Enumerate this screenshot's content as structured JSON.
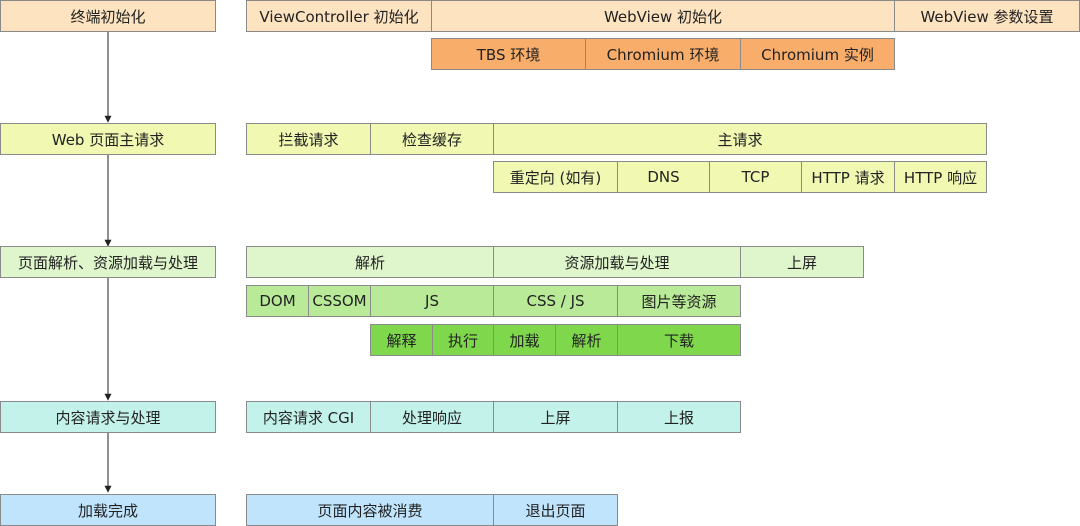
{
  "stages": {
    "init": "终端初始化",
    "request": "Web 页面主请求",
    "parse": "页面解析、资源加载与处理",
    "content": "内容请求与处理",
    "done": "加载完成"
  },
  "row1": {
    "vc_init": "ViewController 初始化",
    "webview_init": "WebView 初始化",
    "webview_params": "WebView 参数设置",
    "tbs_env": "TBS 环境",
    "chromium_env": "Chromium 环境",
    "chromium_instance": "Chromium 实例"
  },
  "row2": {
    "intercept": "拦截请求",
    "check_cache": "检查缓存",
    "main_request": "主请求",
    "redirect": "重定向 (如有)",
    "dns": "DNS",
    "tcp": "TCP",
    "http_request": "HTTP 请求",
    "http_response": "HTTP 响应"
  },
  "row3": {
    "parse": "解析",
    "resource": "资源加载与处理",
    "render": "上屏",
    "dom": "DOM",
    "cssom": "CSSOM",
    "js": "JS",
    "css_js": "CSS / JS",
    "images": "图片等资源",
    "interpret": "解释",
    "execute": "执行",
    "load": "加载",
    "analyze": "解析",
    "download": "下载"
  },
  "row4": {
    "cgi": "内容请求 CGI",
    "process_response": "处理响应",
    "render": "上屏",
    "report": "上报"
  },
  "row5": {
    "consumed": "页面内容被消费",
    "exit": "退出页面"
  },
  "colors": {
    "orange_light": "#fde3c0",
    "orange_dark": "#f8ad6a",
    "yellow": "#f0f8b2",
    "green_light": "#dff5cc",
    "green_mid": "#b9ea97",
    "green_dark": "#7fd84c",
    "cyan": "#c3f2ea",
    "blue": "#bfe4fb"
  }
}
